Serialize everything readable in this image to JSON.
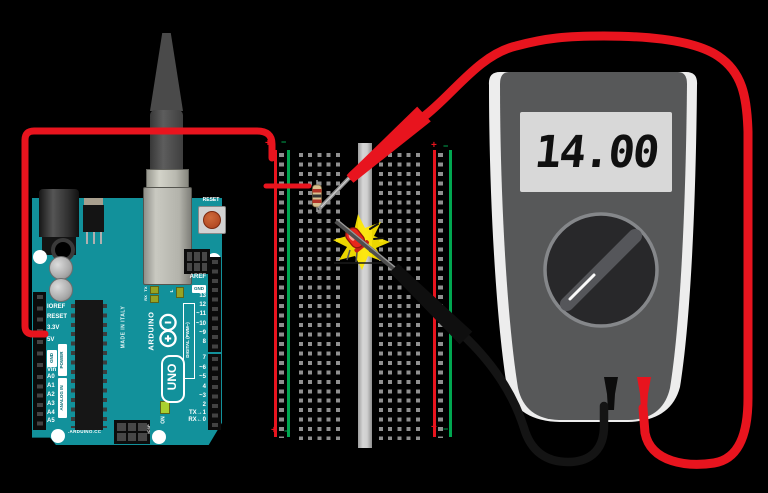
{
  "scene": {
    "background": "#000000"
  },
  "arduino": {
    "board_color": "#12919b",
    "reset_label": "RESET",
    "made_in": "MADE IN ITALY",
    "brand": "ARDUINO",
    "model": "UNO",
    "on_label": "ON",
    "l_label": "L",
    "tx_label": "TX",
    "rx_label": "RX",
    "icsp_label": "ICSP",
    "site_label": ".ARDUINO.CC",
    "digital_label": "DIGITAL (PWM~)",
    "power_label": "POWER",
    "analog_label": "ANALOG IN",
    "power_gnd_label": "GND",
    "digital_gnd_label": "GND",
    "aref_label": "AREF",
    "power_pins": [
      "IOREF",
      "RESET",
      "3.3V",
      "5V",
      "Vin"
    ],
    "analog_pins": [
      "A0",
      "A1",
      "A2",
      "A3",
      "A4",
      "A5"
    ],
    "digital_pins_upper": [
      "13",
      "12",
      "~11",
      "~10",
      "~9",
      "8"
    ],
    "digital_pins_lower": [
      "7",
      "~6",
      "~5",
      "4",
      "~3",
      "2",
      "TX→1",
      "RX←0"
    ]
  },
  "breadboard": {
    "plus": "+",
    "minus": "−",
    "rail_positive_color": "#e8141e",
    "rail_negative_color": "#00a650"
  },
  "multimeter": {
    "display_value": "14.00",
    "body_color": "#575859",
    "trim_color": "#ededed",
    "lcd_color": "#d8d8d8"
  },
  "wires": {
    "red_wire_color": "#e8141e",
    "black_wire_color": "#141414"
  },
  "led": {
    "body_color": "#e8251c",
    "glow_color": "#ffe800"
  },
  "resistor": {
    "body_color": "#d9c08f",
    "band_colors": [
      "#b23327",
      "#333333",
      "#b23327"
    ]
  }
}
